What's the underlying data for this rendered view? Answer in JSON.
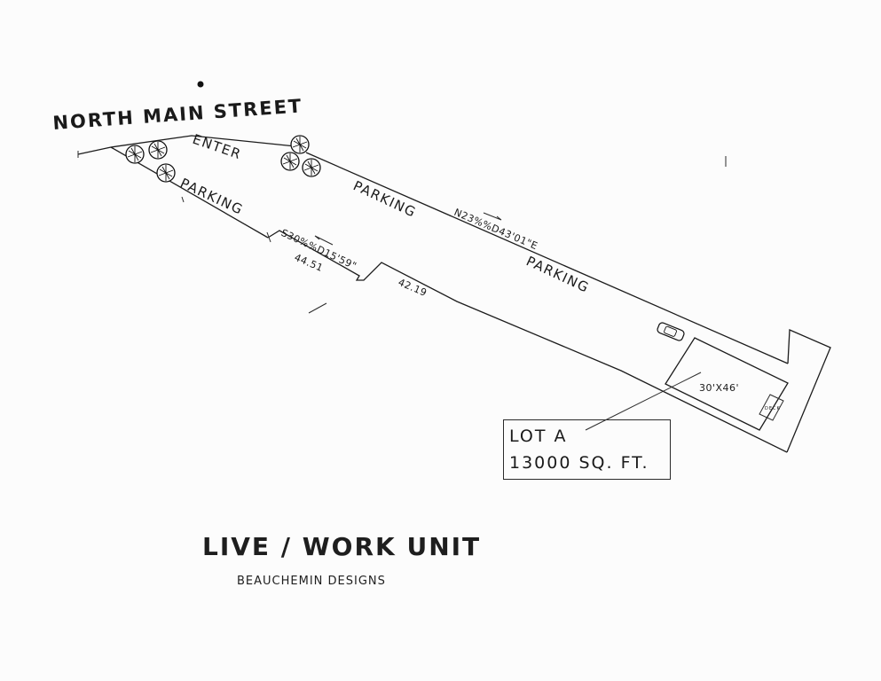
{
  "site_plan": {
    "street_label": "NORTH MAIN STREET",
    "entrance_label": "ENTER",
    "parking_labels": [
      "PARKING",
      "PARKING",
      "PARKING"
    ],
    "bearings": [
      "N23%%D43'01\"E",
      "S30%%D15'59\""
    ],
    "distances": [
      "44.51",
      "42.19"
    ],
    "building_label": "30'X46'",
    "deck_label": "DECK"
  },
  "lot": {
    "name": "LOT A",
    "area": "13000 SQ. FT."
  },
  "title_block": {
    "title": "LIVE / WORK UNIT",
    "designer": "BEAUCHEMIN DESIGNS"
  },
  "colors": {
    "ink": "#1a1a1a",
    "paper": "#fcfcfc"
  }
}
